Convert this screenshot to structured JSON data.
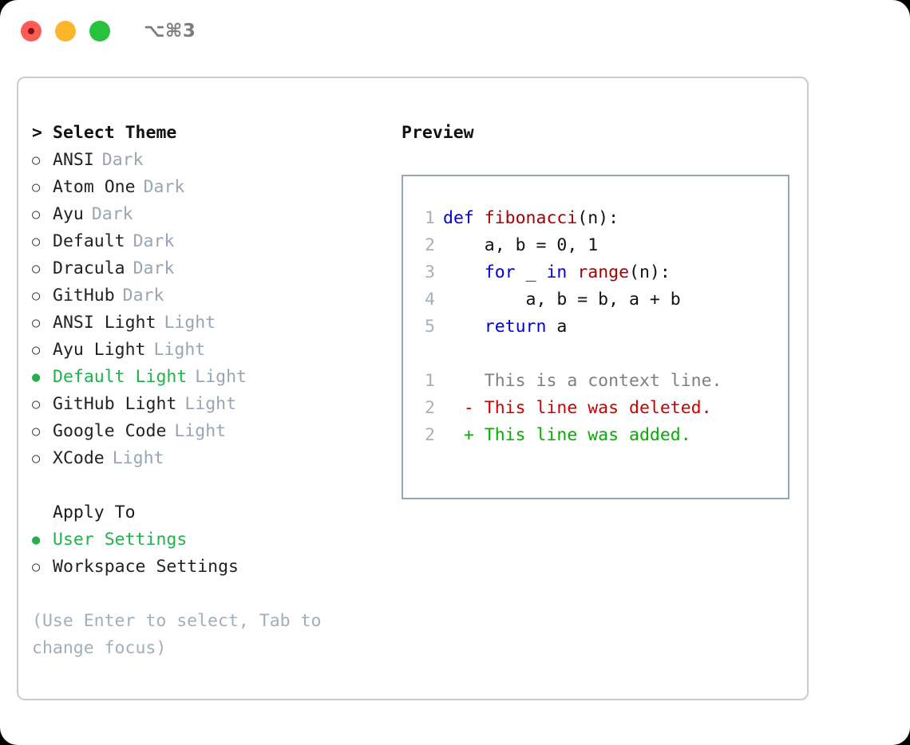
{
  "titlebar": {
    "shortcut": "⌥⌘3",
    "lights": [
      {
        "name": "close",
        "color": "#fc5b57"
      },
      {
        "name": "minimize",
        "color": "#fcb62c"
      },
      {
        "name": "maximize",
        "color": "#28c23f"
      }
    ]
  },
  "theme_list": {
    "header": "Select Theme",
    "header_marker": ">",
    "marker_selected": "●",
    "marker_unselected": "○",
    "items": [
      {
        "label": "ANSI",
        "badge": "Dark",
        "selected": false
      },
      {
        "label": "Atom One",
        "badge": "Dark",
        "selected": false
      },
      {
        "label": "Ayu",
        "badge": "Dark",
        "selected": false
      },
      {
        "label": "Default",
        "badge": "Dark",
        "selected": false
      },
      {
        "label": "Dracula",
        "badge": "Dark",
        "selected": false
      },
      {
        "label": "GitHub",
        "badge": "Dark",
        "selected": false
      },
      {
        "label": "ANSI Light",
        "badge": "Light",
        "selected": false
      },
      {
        "label": "Ayu Light",
        "badge": "Light",
        "selected": false
      },
      {
        "label": "Default Light",
        "badge": "Light",
        "selected": true
      },
      {
        "label": "GitHub Light",
        "badge": "Light",
        "selected": false
      },
      {
        "label": "Google Code",
        "badge": "Light",
        "selected": false
      },
      {
        "label": "XCode",
        "badge": "Light",
        "selected": false
      }
    ]
  },
  "apply_to": {
    "header": "Apply To",
    "items": [
      {
        "label": "User Settings",
        "selected": true
      },
      {
        "label": "Workspace Settings",
        "selected": false
      }
    ]
  },
  "hint": "(Use Enter to select, Tab to change focus)",
  "preview": {
    "title": "Preview",
    "code_lines": [
      {
        "num": "1",
        "tokens": [
          {
            "t": "def ",
            "c": "kw"
          },
          {
            "t": "fibonacci",
            "c": "fn"
          },
          {
            "t": "(n):",
            "c": "plain"
          }
        ]
      },
      {
        "num": "2",
        "tokens": [
          {
            "t": "    a, b = 0, 1",
            "c": "plain"
          }
        ]
      },
      {
        "num": "3",
        "tokens": [
          {
            "t": "    ",
            "c": "plain"
          },
          {
            "t": "for",
            "c": "kw"
          },
          {
            "t": " _ ",
            "c": "plain"
          },
          {
            "t": "in",
            "c": "kw"
          },
          {
            "t": " ",
            "c": "plain"
          },
          {
            "t": "range",
            "c": "fn"
          },
          {
            "t": "(n):",
            "c": "plain"
          }
        ]
      },
      {
        "num": "4",
        "tokens": [
          {
            "t": "        a, b = b, a + b",
            "c": "plain"
          }
        ]
      },
      {
        "num": "5",
        "tokens": [
          {
            "t": "    ",
            "c": "plain"
          },
          {
            "t": "return",
            "c": "kw"
          },
          {
            "t": " a",
            "c": "plain"
          }
        ]
      }
    ],
    "diff_lines": [
      {
        "num": "1",
        "marker": " ",
        "text": "This is a context line.",
        "kind": "ctx"
      },
      {
        "num": "2",
        "marker": "-",
        "text": "This line was deleted.",
        "kind": "del"
      },
      {
        "num": "2",
        "marker": "+",
        "text": "This line was added.",
        "kind": "add"
      }
    ]
  },
  "colors": {
    "accent_green": "#22b14c",
    "badge_gray": "#9aa5b4",
    "hint_gray": "#a3aebb",
    "frame_border": "#c7ccd4",
    "preview_border": "#96a5bb",
    "keyword_blue": "#0000dd",
    "function_red": "#a80000",
    "diff_delete": "#cc0000",
    "diff_add": "#00b000"
  }
}
